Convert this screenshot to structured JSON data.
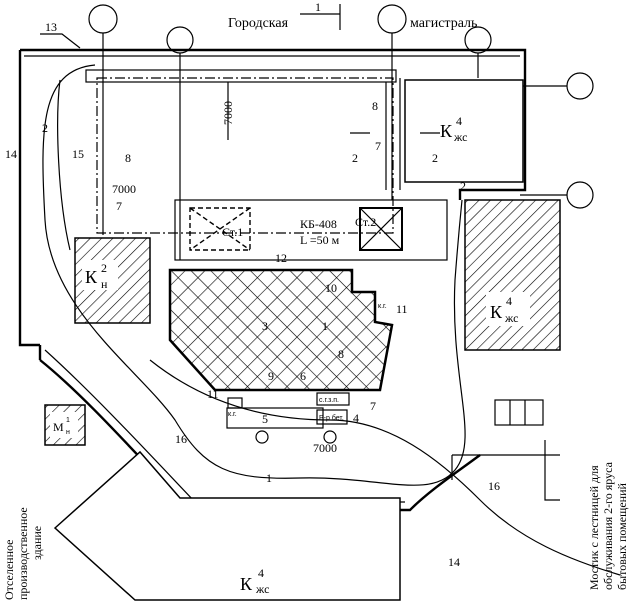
{
  "street": {
    "left": "Городская",
    "right": "магистраль",
    "section_mark": "1"
  },
  "crane": {
    "model": "КБ-408",
    "track_length": "L =50 м",
    "stand1": "Ст.1",
    "stand2": "Ст.2"
  },
  "buildings": {
    "top_right": {
      "letter": "К",
      "sup": "4",
      "sub": "жс"
    },
    "right": {
      "letter": "К",
      "sup": "4",
      "sub": "жс"
    },
    "bottom": {
      "letter": "К",
      "sup": "4",
      "sub": "жс"
    },
    "left": {
      "letter": "К",
      "sup": "2",
      "sub": "н"
    },
    "small": {
      "letter": "М",
      "sup": "1",
      "sub": "н"
    }
  },
  "dimensions": {
    "d1": "7000",
    "d2": "7000",
    "d3": "7000"
  },
  "callouts": [
    "13",
    "2",
    "14",
    "15",
    "8",
    "7",
    "12",
    "10",
    "11",
    "3",
    "1",
    "9",
    "6",
    "8",
    "11",
    "4",
    "7",
    "16",
    "16",
    "1",
    "14",
    "2",
    "8",
    "7",
    "2",
    "5",
    "2",
    "1",
    "2"
  ],
  "small_labels": {
    "kg": "к.г.",
    "kg2": "к.г.",
    "sgzp": "с.г.з.п.",
    "rr": "Р-р бет."
  },
  "notes": {
    "left": [
      "Отселенное",
      "производственное",
      "здание"
    ],
    "right": [
      "Мостик с лестницей для",
      "обслуживания 2-го яруса",
      "бытовых помещений"
    ]
  }
}
